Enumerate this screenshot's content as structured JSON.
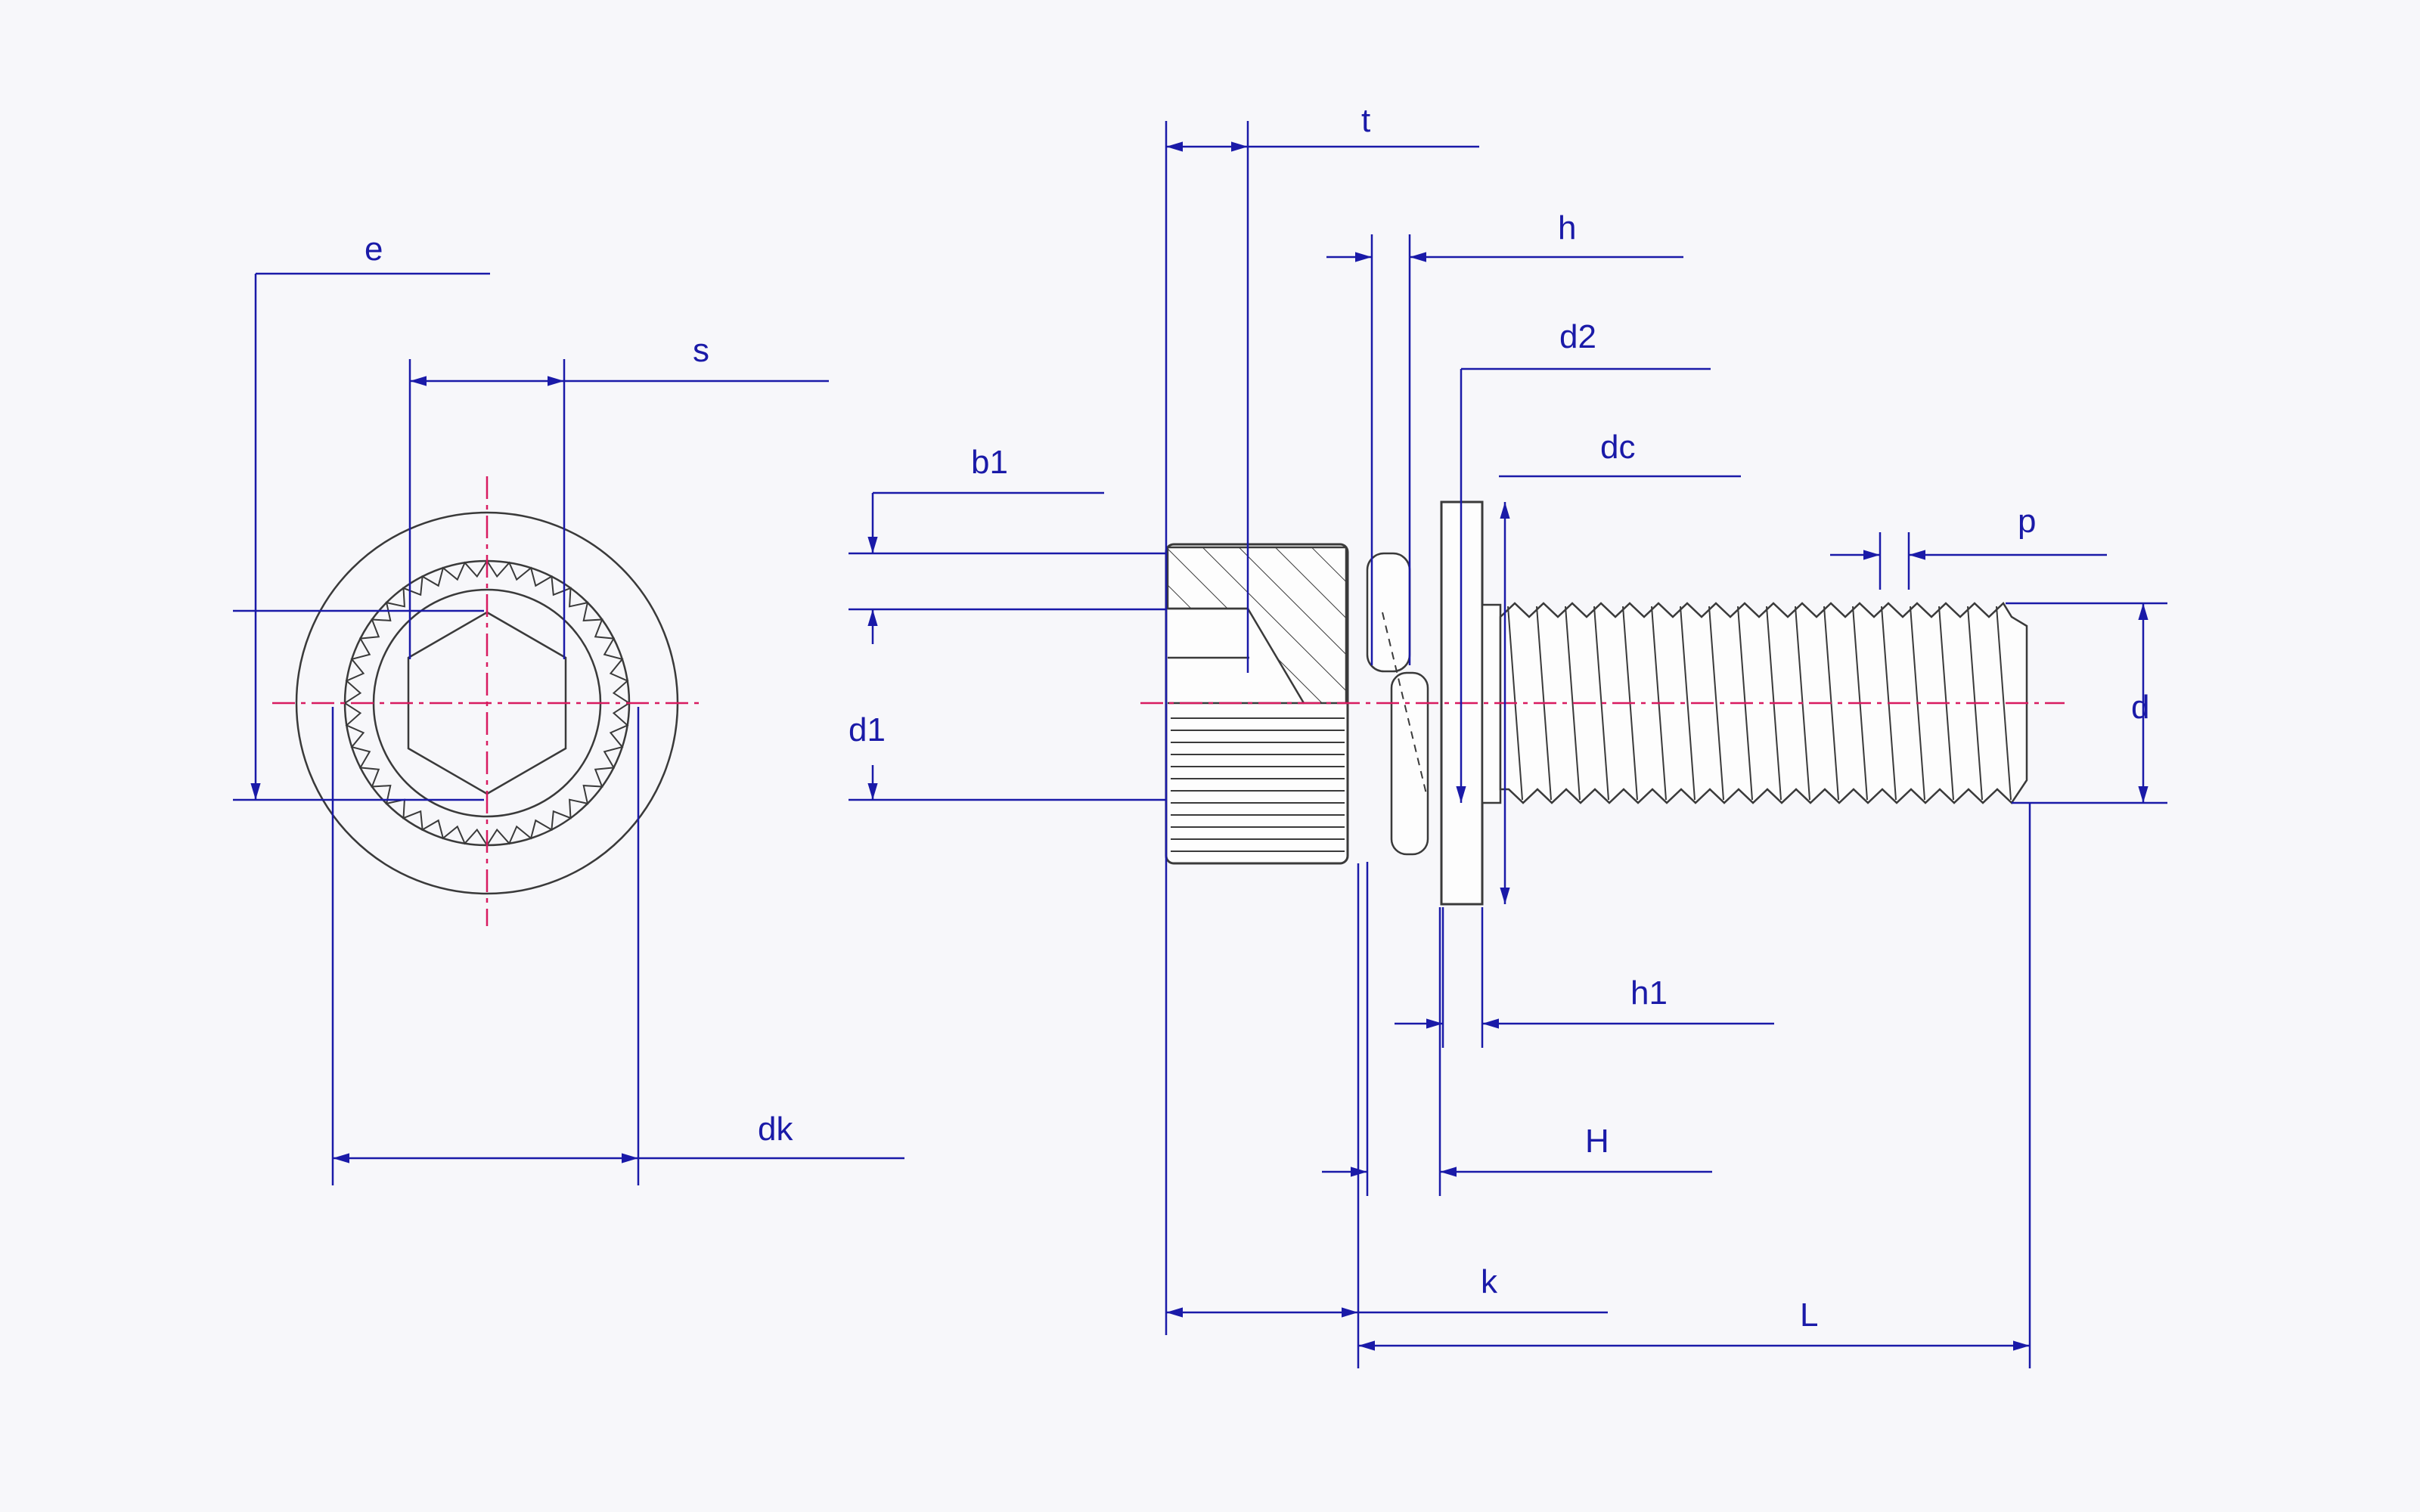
{
  "colors": {
    "background": "#f7f7fa",
    "part_outline": "#3a3a3a",
    "dimension": "#1a1aa8",
    "centerline": "#d81b60"
  },
  "labels": {
    "e": "e",
    "s": "s",
    "dk": "dk",
    "t": "t",
    "h": "h",
    "d2": "d2",
    "dc": "dc",
    "b1": "b1",
    "d1": "d1",
    "p": "p",
    "d": "d",
    "h1": "h1",
    "H": "H",
    "k": "k",
    "L": "L"
  }
}
